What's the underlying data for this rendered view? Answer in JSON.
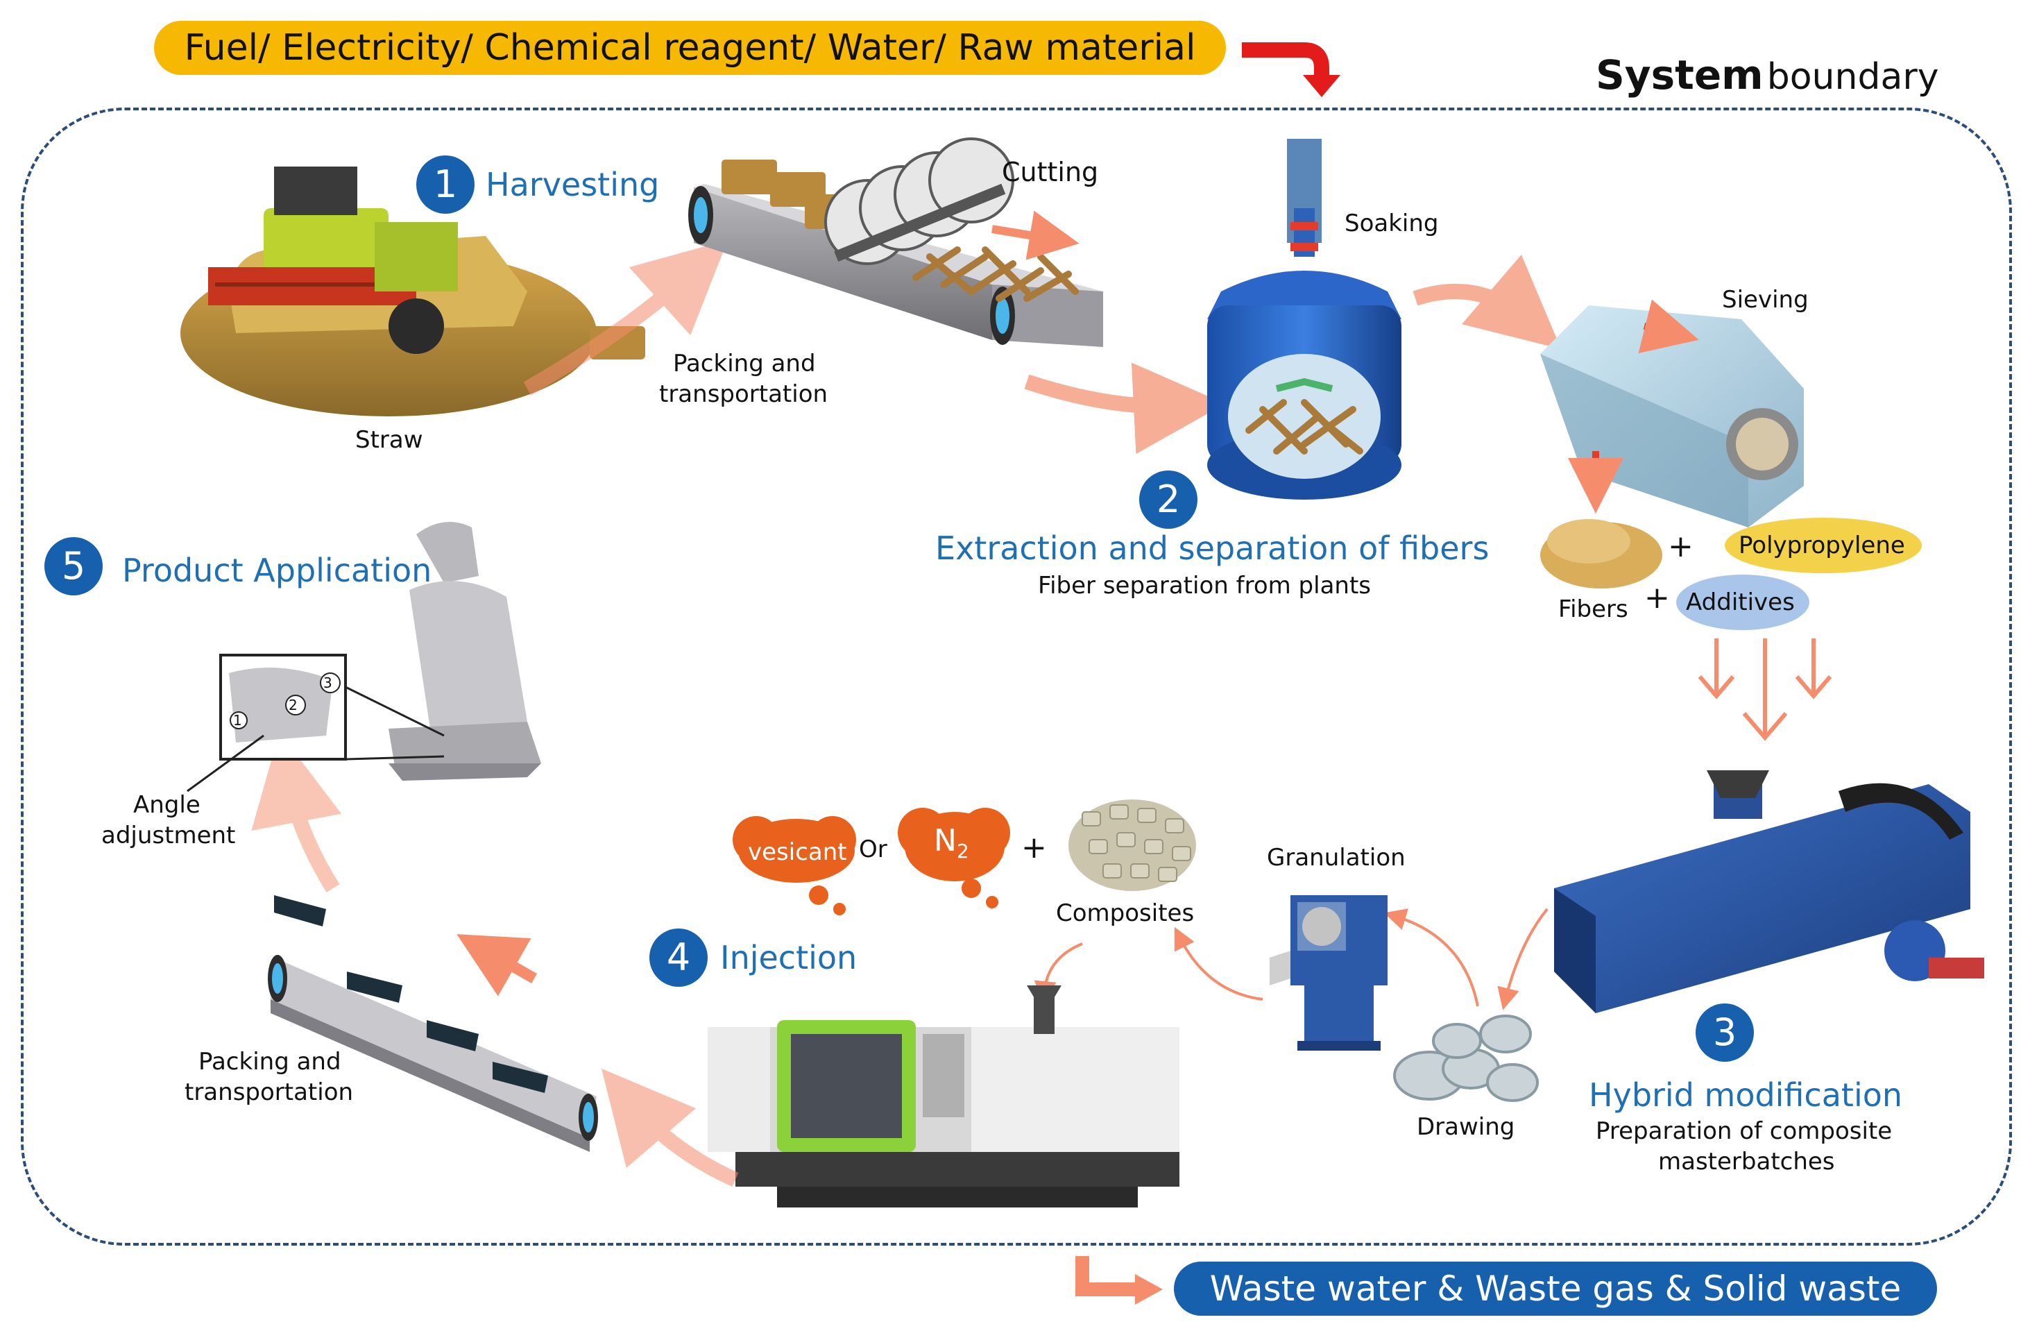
{
  "inputs_label": "Fuel/ Electricity/ Chemical reagent/ Water/ Raw material",
  "outputs_label": "Waste water & Waste gas & Solid waste",
  "system_boundary": {
    "bold": "System",
    "rest": "boundary"
  },
  "steps": [
    {
      "number": "1",
      "title": "Harvesting"
    },
    {
      "number": "2",
      "title": "Extraction and separation of fibers",
      "subtitle": "Fiber separation from plants"
    },
    {
      "number": "3",
      "title": "Hybrid modification",
      "subtitle_line1": "Preparation of composite",
      "subtitle_line2": "masterbatches"
    },
    {
      "number": "4",
      "title": "Injection"
    },
    {
      "number": "5",
      "title": "Product Application"
    }
  ],
  "labels": {
    "straw": "Straw",
    "packing1_line1": "Packing and",
    "packing1_line2": "transportation",
    "cutting": "Cutting",
    "soaking": "Soaking",
    "sieving": "Sieving",
    "fibers": "Fibers",
    "polypropylene": "Polypropylene",
    "additives": "Additives",
    "plus": "+",
    "granulation": "Granulation",
    "drawing": "Drawing",
    "composites": "Composites",
    "vesicant": "vesicant",
    "or": "Or",
    "n2": "N",
    "n2_sub": "2",
    "packing2_line1": "Packing and",
    "packing2_line2": "transportation",
    "angle_line1": "Angle",
    "angle_line2": "adjustment",
    "seat_marks": [
      "1",
      "2",
      "3"
    ]
  },
  "colors": {
    "accent_blue": "#1660ad",
    "title_blue": "#1f6fb5",
    "input_yellow": "#f6b800",
    "output_blue": "#1660ad",
    "flow_arrow": "#f58c6c",
    "red_arrow": "#e31b1b",
    "poly_yellow": "#f3d24a",
    "additive_blue": "#a9c6ea",
    "bubble_orange": "#e8621e"
  }
}
